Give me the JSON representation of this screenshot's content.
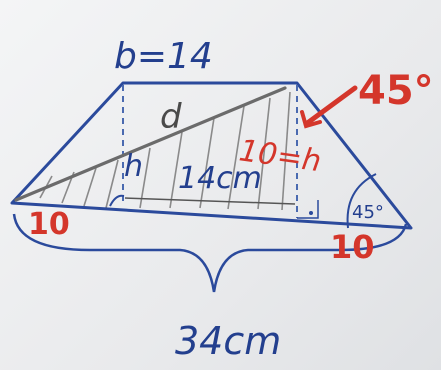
{
  "labels": {
    "top_base": "b=14",
    "diagonal": "d",
    "height_left": "h",
    "inner_length": "14cm",
    "height_right": "10=h",
    "angle_callout": "45°",
    "angle_inner": "45°",
    "left_segment": "10",
    "right_segment": "10",
    "bottom_base": "34cm"
  },
  "colors": {
    "outline": "#2b4a9c",
    "annotation_red": "#d4362b",
    "diagonal": "#6b6b6b",
    "hatching": "#8a8a8a"
  }
}
